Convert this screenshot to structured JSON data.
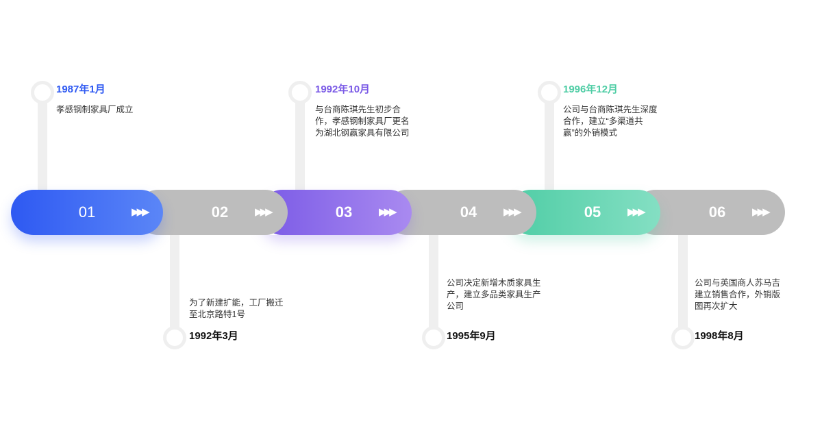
{
  "colors": {
    "blue": "#2e59f2",
    "purple": "#7a5ae6",
    "green": "#4fcda5",
    "grey": "#bdbdbd",
    "black": "#111111"
  },
  "segments": [
    {
      "number": "01",
      "arrows": "▶▶▶"
    },
    {
      "number": "02",
      "arrows": "▶▶▶"
    },
    {
      "number": "03",
      "arrows": "▶▶▶"
    },
    {
      "number": "04",
      "arrows": "▶▶▶"
    },
    {
      "number": "05",
      "arrows": "▶▶▶"
    },
    {
      "number": "06",
      "arrows": "▶▶▶"
    }
  ],
  "events": [
    {
      "date": "1987年1月",
      "text": "孝感钢制家具厂成立"
    },
    {
      "date": "1992年3月",
      "text": "为了新建扩能，工厂搬迁至北京路特1号"
    },
    {
      "date": "1992年10月",
      "text": "与台商陈琪先生初步合作，孝感钢制家具厂更名为湖北钢赢家具有限公司"
    },
    {
      "date": "1995年9月",
      "text": "公司决定新增木质家具生产，建立多品类家具生产公司"
    },
    {
      "date": "1996年12月",
      "text": "公司与台商陈琪先生深度合作，建立“多渠道共赢”的外销模式"
    },
    {
      "date": "1998年8月",
      "text": "公司与英国商人苏马吉建立销售合作，外销版图再次扩大"
    }
  ]
}
